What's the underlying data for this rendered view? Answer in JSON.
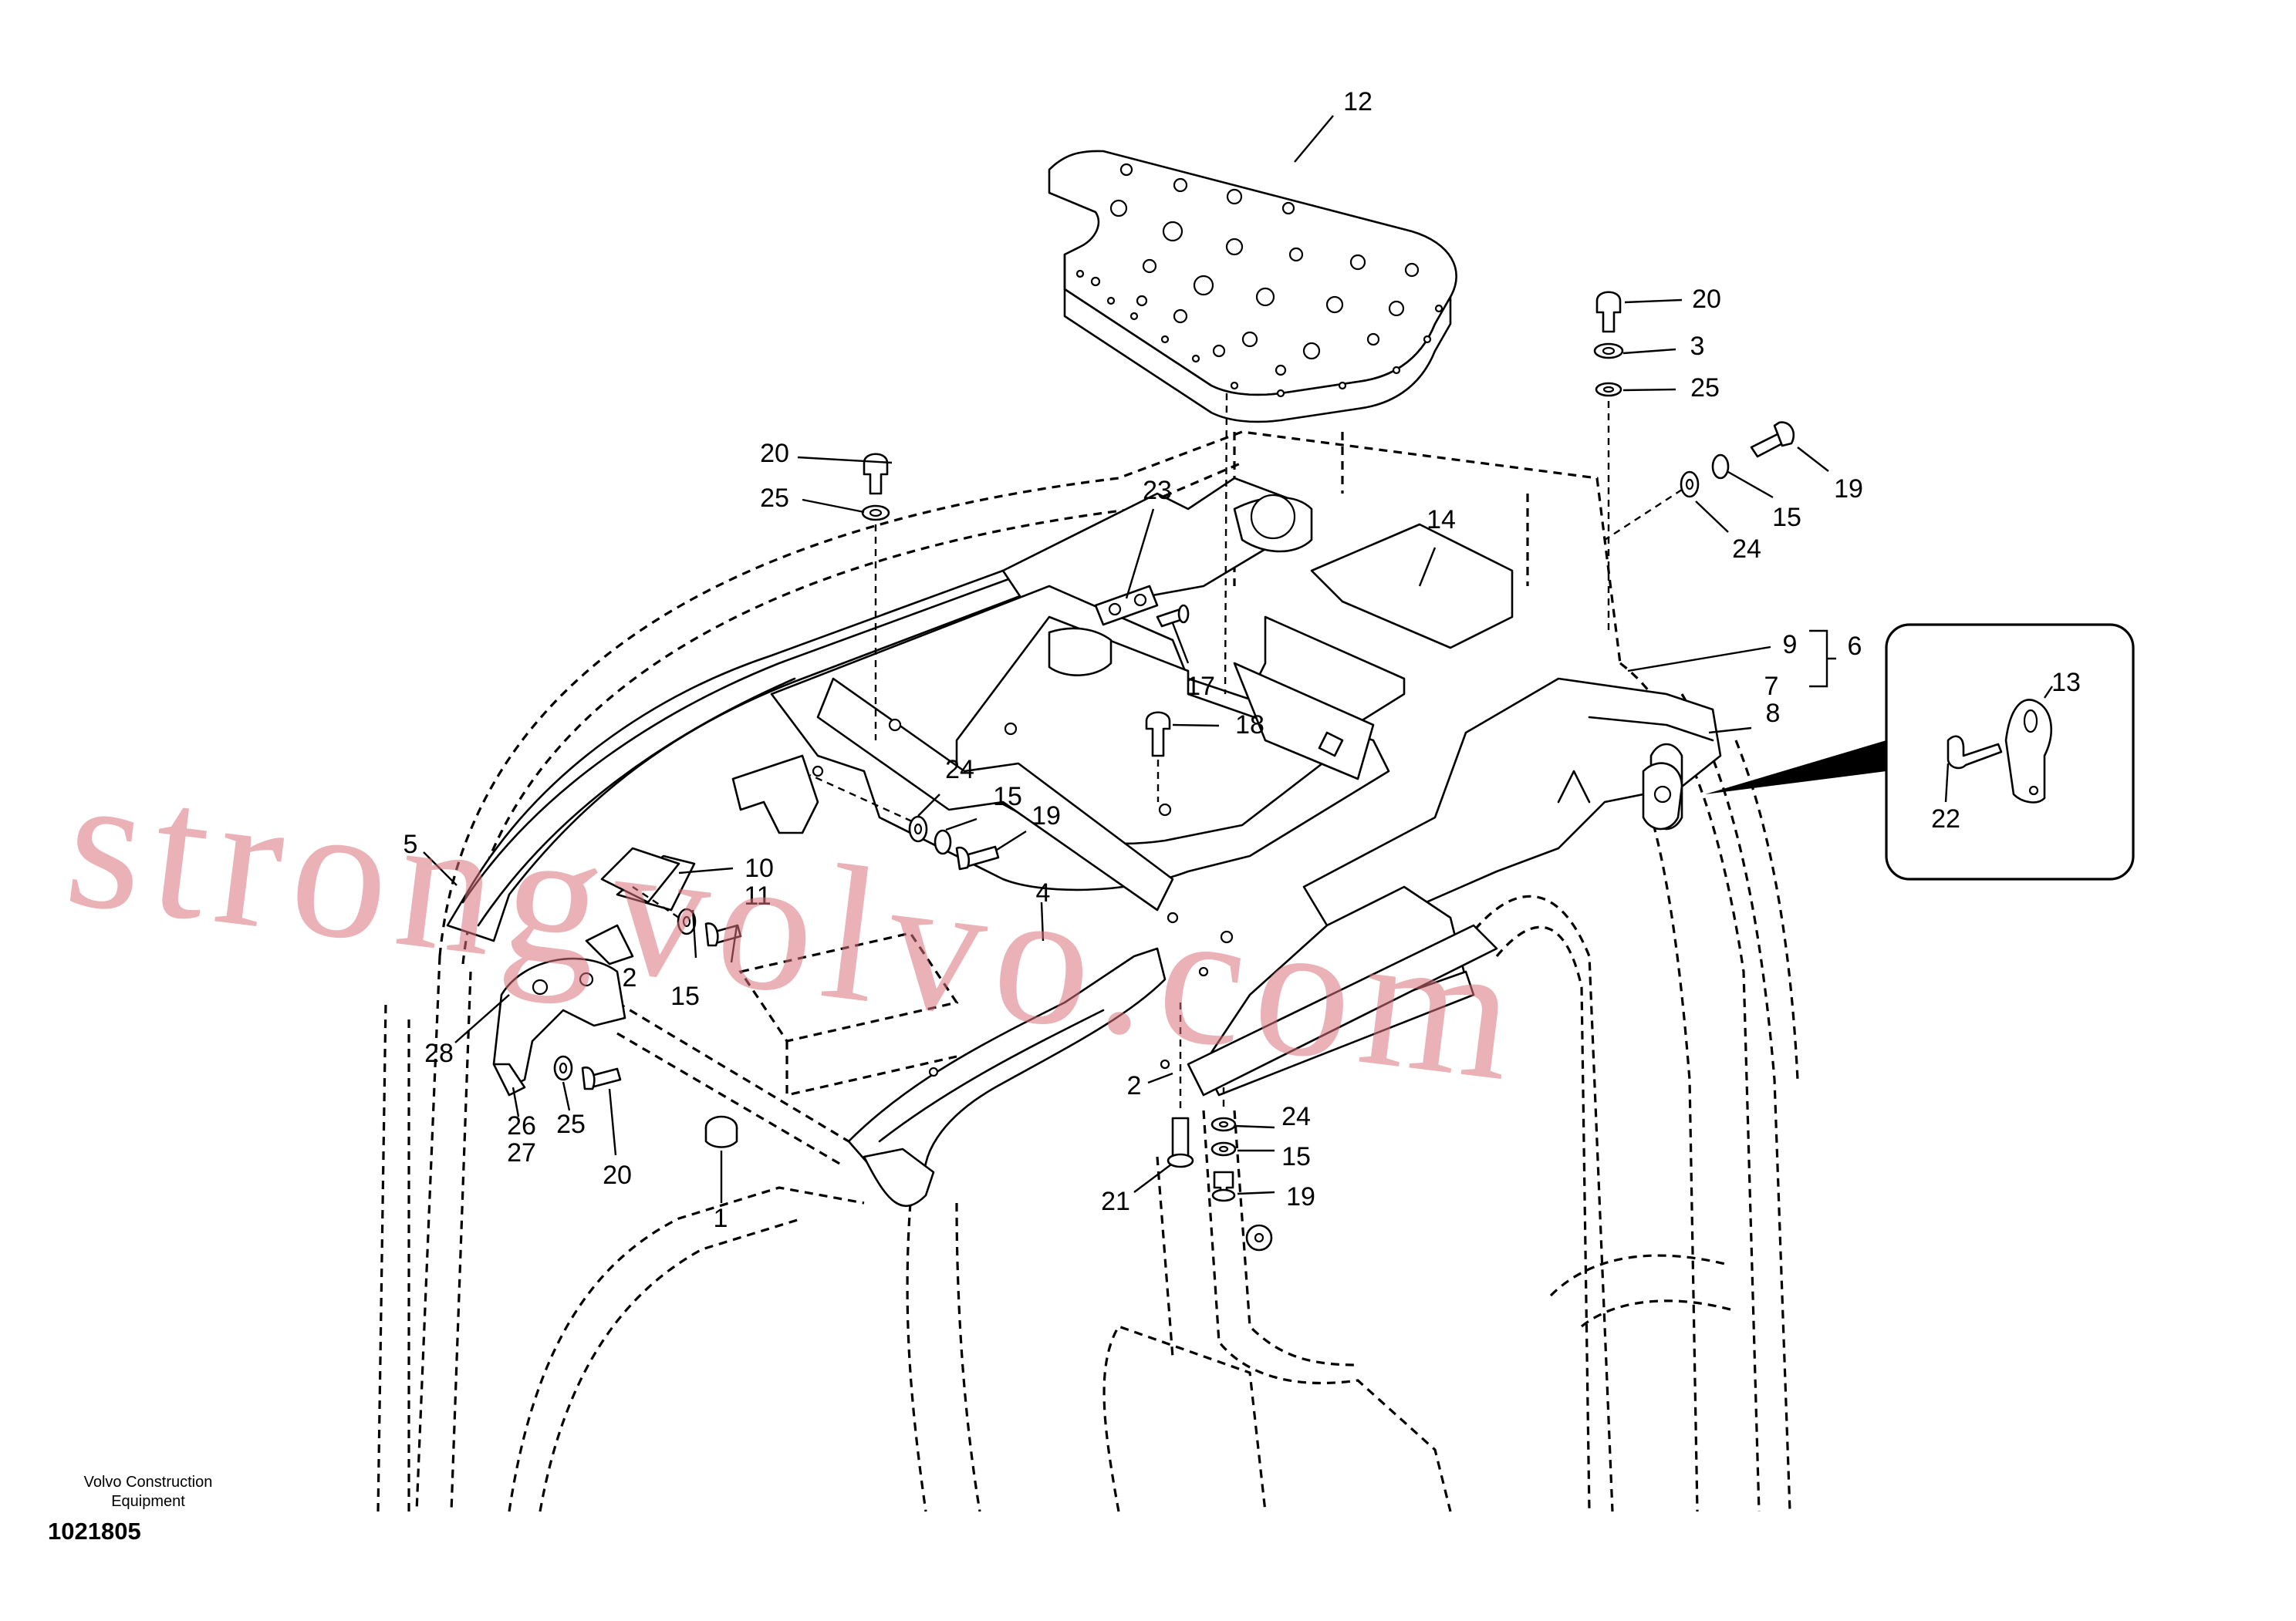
{
  "watermark": "strongvolvo.com",
  "footer": {
    "company_line1": "Volvo Construction",
    "company_line2": "Equipment",
    "drawing_number": "1021805"
  },
  "callouts": {
    "c12": "12",
    "c20_top": "20",
    "c3": "3",
    "c25_top": "25",
    "c19_top": "19",
    "c15_top": "15",
    "c24_top": "24",
    "c20_left": "20",
    "c25_left": "25",
    "c23": "23",
    "c14": "14",
    "c17": "17",
    "c18": "18",
    "c9": "9",
    "c7": "7",
    "c8": "8",
    "c6": "6",
    "c13": "13",
    "c22": "22",
    "c24_mid": "24",
    "c15_mid": "15",
    "c19_mid": "19",
    "c5": "5",
    "c10": "10",
    "c11": "11",
    "c2_left": "2",
    "c15_left": "15",
    "c28": "28",
    "c26": "26",
    "c27": "27",
    "c25_bottom": "25",
    "c20_bottom": "20",
    "c1": "1",
    "c4": "4",
    "c2_mid": "2",
    "c24_bottom": "24",
    "c15_bottom": "15",
    "c19_bottom": "19",
    "c21": "21"
  }
}
